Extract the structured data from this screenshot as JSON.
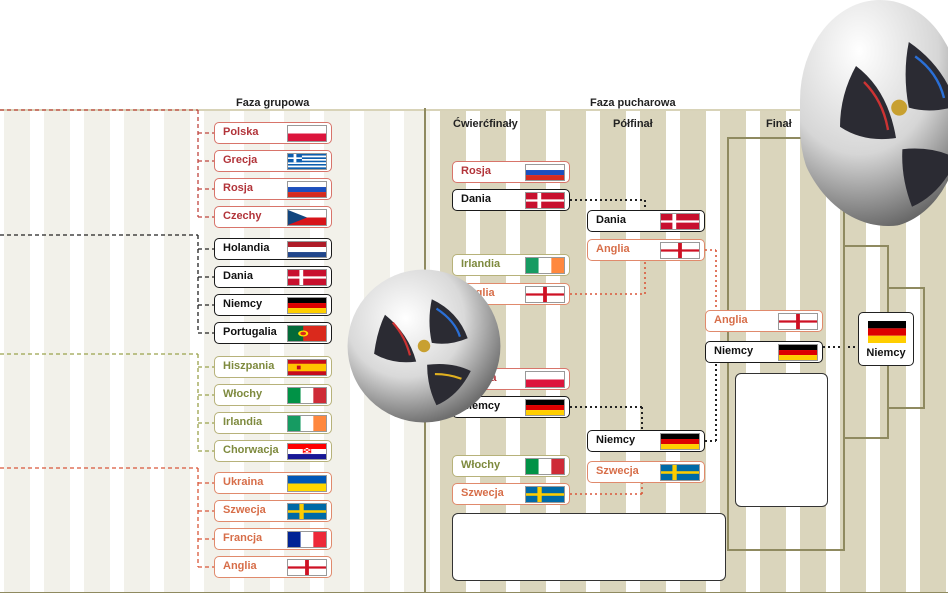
{
  "phases": {
    "group": "Faza grupowa",
    "knockout": "Faza pucharowa"
  },
  "rounds": {
    "quarterfinal": "Ćwierćfinały",
    "semifinal": "Półfinał",
    "final": "Finał"
  },
  "groups": [
    {
      "color": "#b2343a",
      "teams": [
        {
          "name": "Polska",
          "flag": "pl"
        },
        {
          "name": "Grecja",
          "flag": "gr"
        },
        {
          "name": "Rosja",
          "flag": "ru"
        },
        {
          "name": "Czechy",
          "flag": "cz"
        }
      ]
    },
    {
      "color": "#111111",
      "teams": [
        {
          "name": "Holandia",
          "flag": "nl"
        },
        {
          "name": "Dania",
          "flag": "dk"
        },
        {
          "name": "Niemcy",
          "flag": "de"
        },
        {
          "name": "Portugalia",
          "flag": "pt"
        }
      ]
    },
    {
      "color": "#7e8a3e",
      "teams": [
        {
          "name": "Hiszpania",
          "flag": "es"
        },
        {
          "name": "Włochy",
          "flag": "it"
        },
        {
          "name": "Irlandia",
          "flag": "ie"
        },
        {
          "name": "Chorwacja",
          "flag": "hr"
        }
      ]
    },
    {
      "color": "#d76e49",
      "teams": [
        {
          "name": "Ukraina",
          "flag": "ua"
        },
        {
          "name": "Szwecja",
          "flag": "se"
        },
        {
          "name": "Francja",
          "flag": "fr"
        },
        {
          "name": "Anglia",
          "flag": "en"
        }
      ]
    }
  ],
  "quarterfinals": [
    {
      "name": "Rosja",
      "flag": "ru"
    },
    {
      "name": "Dania",
      "flag": "dk"
    },
    {
      "name": "Irlandia",
      "flag": "ie"
    },
    {
      "name": "Anglia",
      "flag": "en"
    },
    {
      "name": "Polska",
      "flag": "pl"
    },
    {
      "name": "Niemcy",
      "flag": "de"
    },
    {
      "name": "Włochy",
      "flag": "it"
    },
    {
      "name": "Szwecja",
      "flag": "se"
    }
  ],
  "semifinals": [
    {
      "name": "Dania",
      "flag": "dk"
    },
    {
      "name": "Anglia",
      "flag": "en"
    },
    {
      "name": "Niemcy",
      "flag": "de"
    },
    {
      "name": "Szwecja",
      "flag": "se"
    }
  ],
  "final": [
    {
      "name": "Anglia",
      "flag": "en"
    },
    {
      "name": "Niemcy",
      "flag": "de"
    }
  ],
  "champion": {
    "name": "Niemcy",
    "flag": "de"
  }
}
